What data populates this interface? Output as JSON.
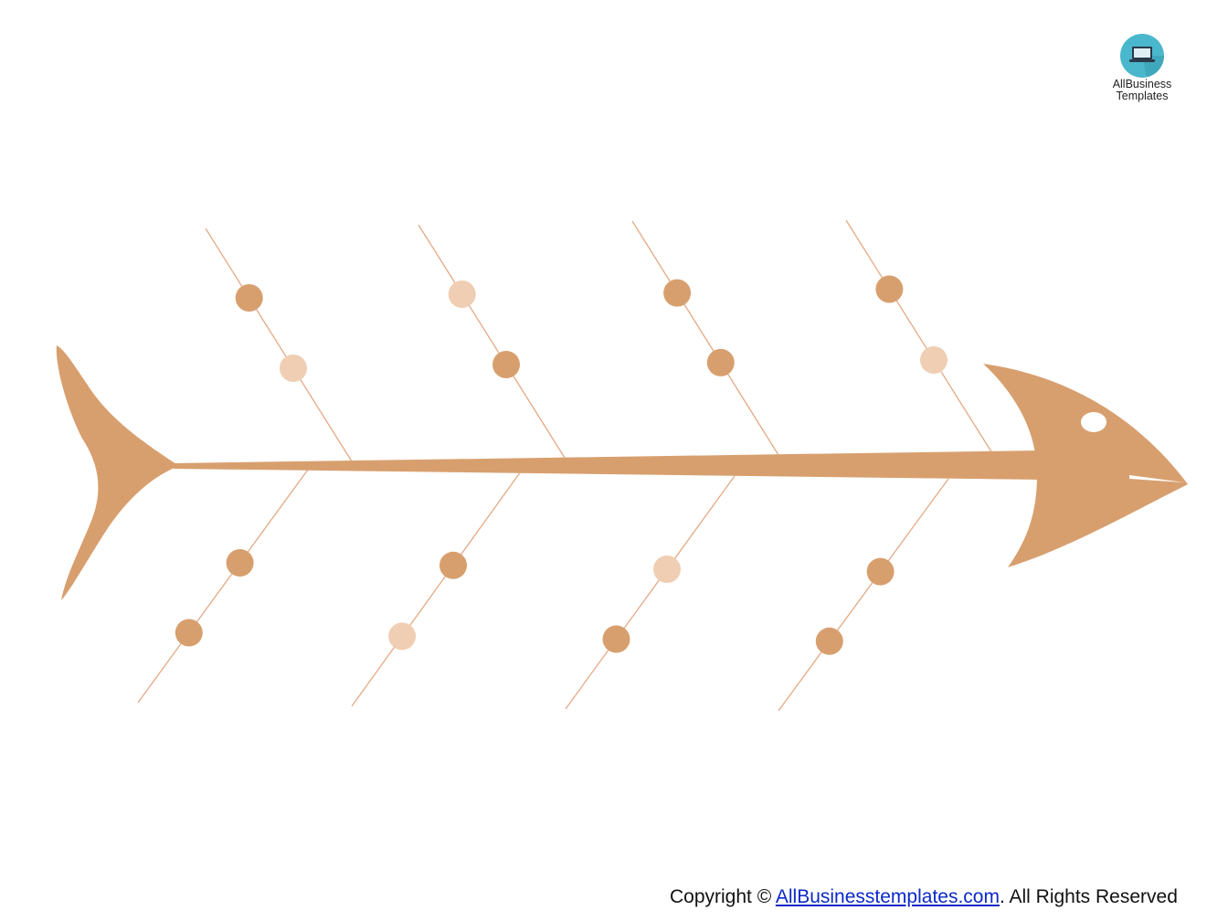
{
  "logo": {
    "line1": "AllBusiness",
    "line2": "Templates",
    "badge_color": "#4ab7cc",
    "icon": "laptop-icon"
  },
  "diagram": {
    "type": "fishbone",
    "spine_color": "#d89f6e",
    "bone_color": "#e4a984",
    "dot_dark_color": "#d89f6e",
    "dot_light_color": "#f0ceb3",
    "upper_bones": [
      {
        "dots": [
          "dark",
          "light"
        ]
      },
      {
        "dots": [
          "light",
          "dark"
        ]
      },
      {
        "dots": [
          "dark",
          "dark"
        ]
      },
      {
        "dots": [
          "dark",
          "light"
        ]
      }
    ],
    "lower_bones": [
      {
        "dots": [
          "dark",
          "dark"
        ]
      },
      {
        "dots": [
          "dark",
          "light"
        ]
      },
      {
        "dots": [
          "light",
          "dark"
        ]
      },
      {
        "dots": [
          "dark",
          "dark"
        ]
      }
    ]
  },
  "footer": {
    "prefix": "Copyright © ",
    "link_text": "AllBusinesstemplates.com",
    "suffix": ". All Rights Reserved"
  }
}
